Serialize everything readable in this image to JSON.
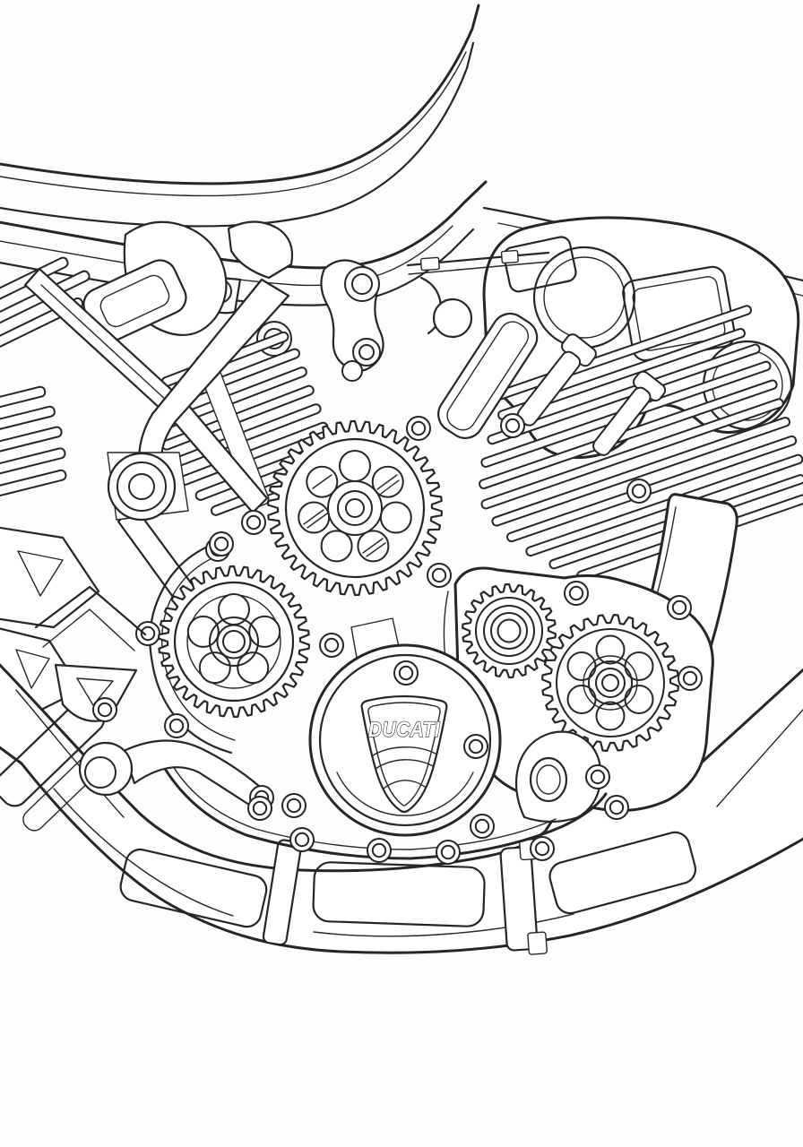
{
  "artwork": {
    "style": "black-and-white outline line art (coloring page)",
    "subject": "Ducati V-twin motorcycle engine, right-side close-up with timing gears, finned cylinders, clutch cover and exhaust"
  },
  "colors": {
    "line": "#262626",
    "background": "#fdfdfd"
  },
  "badge": {
    "text": "DUCATI",
    "shape": "shield",
    "location": "center of round engine cover"
  }
}
